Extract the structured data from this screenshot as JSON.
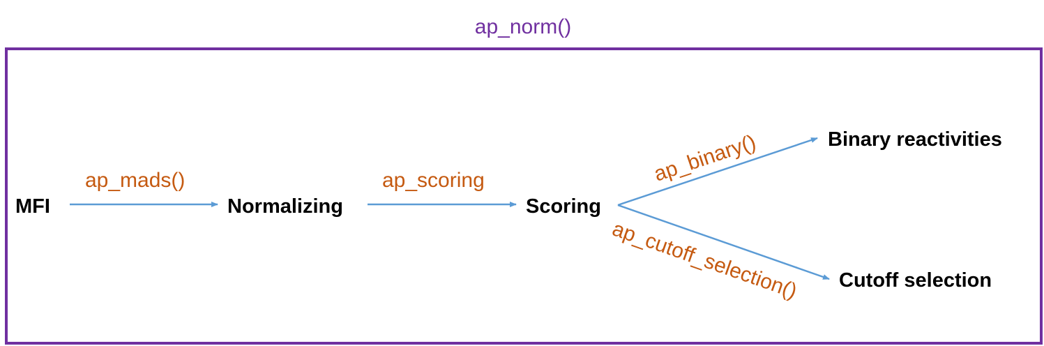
{
  "title": "ap_norm()",
  "nodes": {
    "mfi": "MFI",
    "normalizing": "Normalizing",
    "scoring": "Scoring",
    "binary": "Binary reactivities",
    "cutoff": "Cutoff selection"
  },
  "edges": {
    "mads": "ap_mads()",
    "scoring": "ap_scoring",
    "binary": "ap_binary()",
    "cutoff": "ap_cutoff_selection()"
  },
  "colors": {
    "frame": "#7030a0",
    "arrow": "#5b9bd5",
    "function_label": "#c55a11",
    "node_text": "#000000"
  }
}
